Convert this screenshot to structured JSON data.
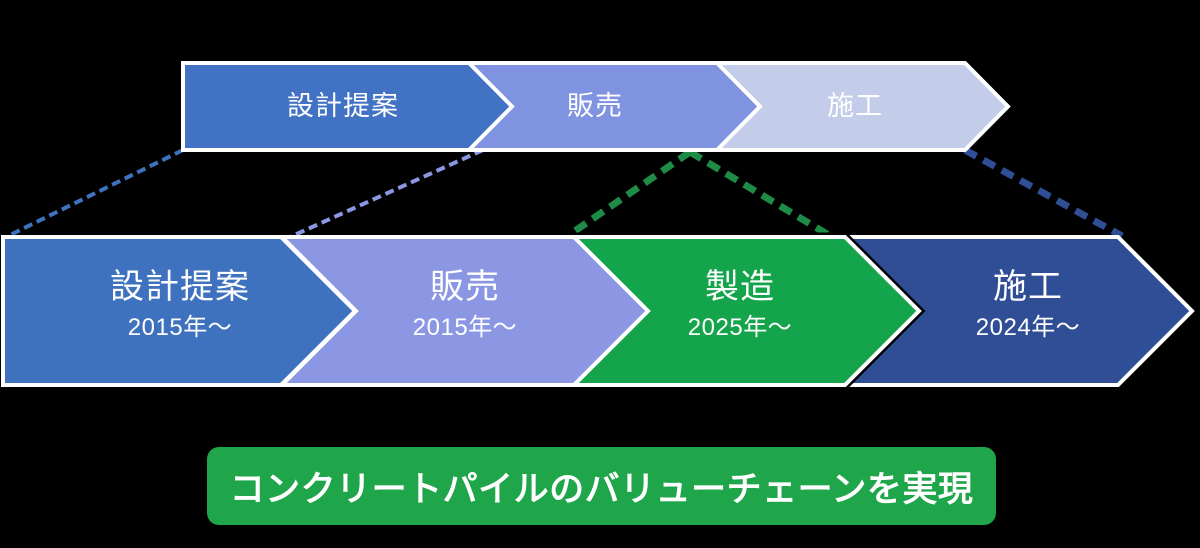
{
  "diagram": {
    "title_banner": {
      "text": "コンクリートパイルのバリューチェーンを実現",
      "color": "#1FA54A"
    },
    "top_row": {
      "name": "existing-value-chain",
      "steps": [
        {
          "label": "設計提案",
          "color": "#4272C4"
        },
        {
          "label": "販売",
          "color": "#8093E0"
        },
        {
          "label": "施工",
          "color": "#C3CCE8"
        }
      ]
    },
    "bottom_row": {
      "name": "expanded-value-chain",
      "steps": [
        {
          "label": "設計提案",
          "year": "2015年～",
          "color": "#3E72BE"
        },
        {
          "label": "販売",
          "year": "2015年～",
          "color": "#8B97E3"
        },
        {
          "label": "製造",
          "year": "2025年～",
          "color": "#14A44C"
        },
        {
          "label": "施工",
          "year": "2024年～",
          "color": "#2F4E96"
        }
      ]
    },
    "connectors": [
      {
        "name": "connector-design",
        "color": "#3E72BE"
      },
      {
        "name": "connector-sales",
        "color": "#8B97E3"
      },
      {
        "name": "connector-manufacturing",
        "color": "#14A44C"
      },
      {
        "name": "connector-construction",
        "color": "#2F4E96"
      }
    ]
  }
}
